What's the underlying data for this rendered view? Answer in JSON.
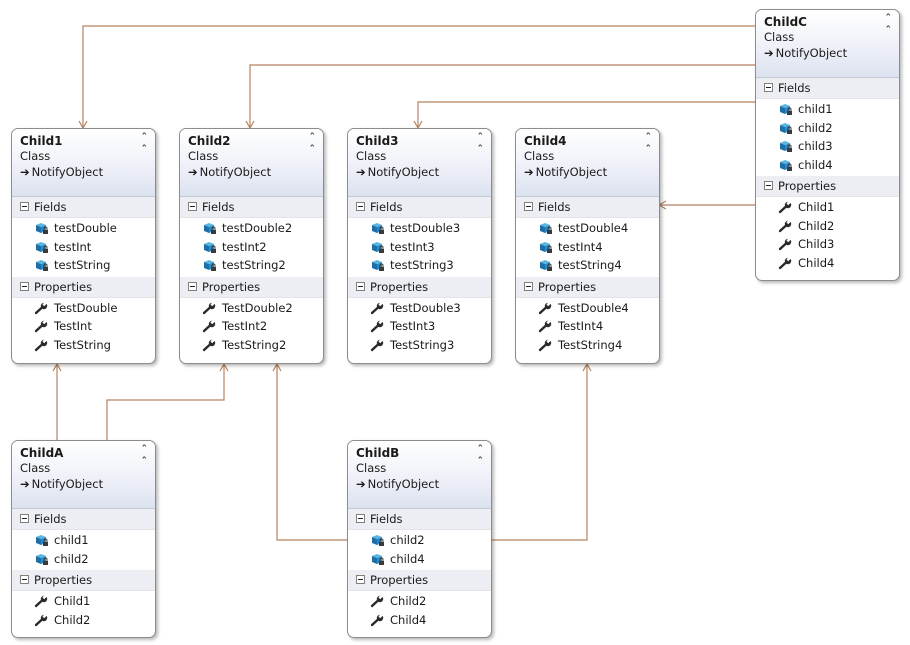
{
  "sections": {
    "fields": "Fields",
    "properties": "Properties"
  },
  "classes": {
    "child1": {
      "name": "Child1",
      "stereotype": "Class",
      "base": "NotifyObject",
      "fields": [
        "testDouble",
        "testInt",
        "testString"
      ],
      "properties": [
        "TestDouble",
        "TestInt",
        "TestString"
      ]
    },
    "child2": {
      "name": "Child2",
      "stereotype": "Class",
      "base": "NotifyObject",
      "fields": [
        "testDouble2",
        "testInt2",
        "testString2"
      ],
      "properties": [
        "TestDouble2",
        "TestInt2",
        "TestString2"
      ]
    },
    "child3": {
      "name": "Child3",
      "stereotype": "Class",
      "base": "NotifyObject",
      "fields": [
        "testDouble3",
        "testInt3",
        "testString3"
      ],
      "properties": [
        "TestDouble3",
        "TestInt3",
        "TestString3"
      ]
    },
    "child4": {
      "name": "Child4",
      "stereotype": "Class",
      "base": "NotifyObject",
      "fields": [
        "testDouble4",
        "testInt4",
        "testString4"
      ],
      "properties": [
        "TestDouble4",
        "TestInt4",
        "TestString4"
      ]
    },
    "childC": {
      "name": "ChildC",
      "stereotype": "Class",
      "base": "NotifyObject",
      "fields": [
        "child1",
        "child2",
        "child3",
        "child4"
      ],
      "properties": [
        "Child1",
        "Child2",
        "Child3",
        "Child4"
      ]
    },
    "childA": {
      "name": "ChildA",
      "stereotype": "Class",
      "base": "NotifyObject",
      "fields": [
        "child1",
        "child2"
      ],
      "properties": [
        "Child1",
        "Child2"
      ]
    },
    "childB": {
      "name": "ChildB",
      "stereotype": "Class",
      "base": "NotifyObject",
      "fields": [
        "child2",
        "child4"
      ],
      "properties": [
        "Child2",
        "Child4"
      ]
    }
  },
  "icons": {
    "field": "field-icon",
    "property": "property-wrench-icon",
    "collapse": "chevron-up-icon",
    "base": "arrow-right-icon"
  },
  "colors": {
    "connector": "#b38260",
    "border": "#8c8c8c",
    "header": "#dde2f0"
  }
}
